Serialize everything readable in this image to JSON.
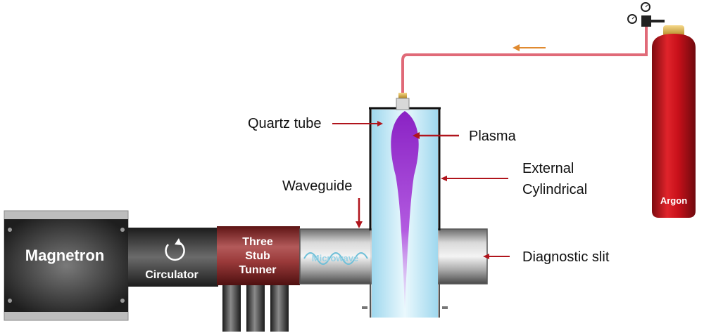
{
  "components": {
    "magnetron": "Magnetron",
    "circulator": "Circulator",
    "tuner_line1": "Three",
    "tuner_line2": "Stub",
    "tuner_line3": "Tunner",
    "microwave": "Microwave",
    "argon": "Argon"
  },
  "labels": {
    "quartz_tube": "Quartz tube",
    "plasma": "Plasma",
    "waveguide": "Waveguide",
    "external_line1": "External",
    "external_line2": "Cylindrical",
    "diagnostic_slit": "Diagnostic slit"
  },
  "colors": {
    "gas_line": "#e06a78",
    "arrow_red": "#b0141c",
    "gas_flow_arrow": "#e08a30",
    "plasma": "#9b2fd0",
    "cylinder_red": "#c8101a",
    "tuner": "#8e2a2a",
    "quartz": "#c9ecf7"
  }
}
